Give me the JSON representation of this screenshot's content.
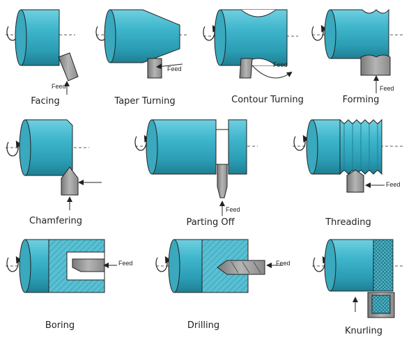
{
  "labels": {
    "facing": "Facing",
    "taper_turning": "Taper Turning",
    "contour_turning": "Contour Turning",
    "forming": "Forming",
    "chamfering": "Chamfering",
    "parting_off": "Parting Off",
    "threading": "Threading",
    "boring": "Boring",
    "drilling": "Drilling",
    "knurling": "Knurling"
  },
  "feed_label": "Feed",
  "colors": {
    "workpiece": "#3fb6cc",
    "workpiece_dark": "#1f7f93",
    "workpiece_light": "#8fd8e4",
    "tool": "#8a8a8a",
    "tool_light": "#c8c8c8",
    "outline": "#222222"
  }
}
